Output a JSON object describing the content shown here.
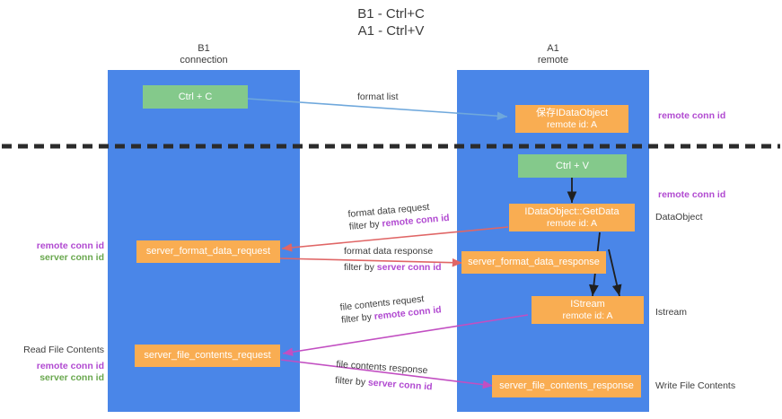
{
  "title": {
    "line1": "B1 - Ctrl+C",
    "line2": "A1 - Ctrl+V"
  },
  "lanes": [
    {
      "id": "b1",
      "title": "B1",
      "subtitle": "connection",
      "color": "#4a86e8"
    },
    {
      "id": "a1",
      "title": "A1",
      "subtitle": "remote",
      "color": "#4a86e8"
    }
  ],
  "nodes": {
    "ctrl_c": {
      "label": "Ctrl + C",
      "color": "#84c98b"
    },
    "ctrl_v": {
      "label": "Ctrl + V",
      "color": "#84c98b"
    },
    "idataobject_top": {
      "line1": "保存IDataObject",
      "line2": "remote id: A",
      "color": "#f9ad52"
    },
    "idataobject_getdata": {
      "line1": "IDataObject::GetData",
      "line2": "remote id: A",
      "color": "#f9ad52"
    },
    "server_format_data_request": {
      "label": "server_format_data_request",
      "color": "#f9ad52"
    },
    "server_format_data_response": {
      "label": "server_format_data_response",
      "color": "#f9ad52"
    },
    "istream": {
      "line1": "IStream",
      "line2": "remote id: A",
      "color": "#f9ad52"
    },
    "server_file_contents_request": {
      "label": "server_file_contents_request",
      "color": "#f9ad52"
    },
    "server_file_contents_response": {
      "label": "server_file_contents_response",
      "color": "#f9ad52"
    }
  },
  "edges": {
    "format_list": {
      "label": "format list",
      "color": "#6fa8dc"
    },
    "format_data_request": {
      "line1": "format data request",
      "filter_prefix": "filter by ",
      "filter_key": "remote conn id",
      "color": "#e06666"
    },
    "format_data_response": {
      "line1": "format data response",
      "filter_prefix": "filter by ",
      "filter_key": "server conn id",
      "color": "#e06666"
    },
    "file_contents_request": {
      "line1": "file contents request",
      "filter_prefix": "filter by ",
      "filter_key": "remote conn id",
      "color": "#c24fc2"
    },
    "file_contents_response": {
      "line1": "file contents response",
      "filter_prefix": "filter by ",
      "filter_key": "server conn id",
      "color": "#c24fc2"
    }
  },
  "annotations": {
    "right_top": {
      "text": "remote conn id",
      "color": "#b14ad1"
    },
    "right_mid": {
      "text": "remote conn id",
      "color": "#b14ad1"
    },
    "right_dataobject": {
      "text": "DataObject",
      "color": "#3c3c3c"
    },
    "right_istream": {
      "text": "Istream",
      "color": "#3c3c3c"
    },
    "right_write": {
      "text": "Write File Contents",
      "color": "#3c3c3c"
    },
    "left_mid_remote": {
      "text": "remote conn id",
      "color": "#b14ad1"
    },
    "left_mid_server": {
      "text": "server conn id",
      "color": "#6aa84f"
    },
    "left_read": {
      "text": "Read File Contents",
      "color": "#3c3c3c"
    },
    "left_bot_remote": {
      "text": "remote conn id",
      "color": "#b14ad1"
    },
    "left_bot_server": {
      "text": "server conn id",
      "color": "#6aa84f"
    }
  },
  "divider": {
    "color": "#2b2b2b",
    "style": "dashed"
  },
  "colors": {
    "lane": "#4a86e8",
    "green_node": "#84c98b",
    "orange_node": "#f9ad52",
    "purple": "#b14ad1",
    "green_text": "#6aa84f",
    "red_arrow": "#e06666",
    "magenta_arrow": "#c24fc2",
    "blue_arrow": "#6fa8dc",
    "text": "#3c3c3c"
  }
}
